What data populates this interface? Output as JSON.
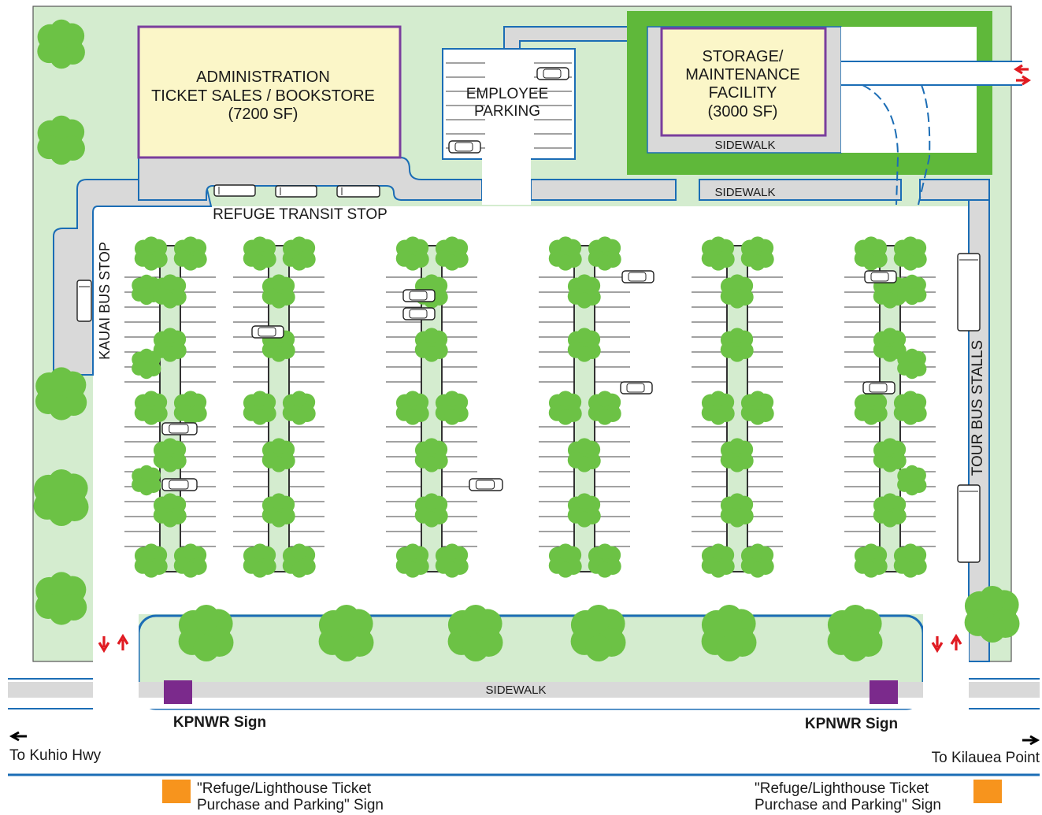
{
  "buildings": {
    "admin": {
      "line1": "ADMINISTRATION",
      "line2": "TICKET SALES / BOOKSTORE",
      "line3": "(7200 SF)"
    },
    "storage": {
      "line1": "STORAGE/",
      "line2": "MAINTENANCE",
      "line3": "FACILITY",
      "line4": "(3000 SF)"
    }
  },
  "labels": {
    "employee_parking_1": "EMPLOYEE",
    "employee_parking_2": "PARKING",
    "refuge_transit_stop": "REFUGE TRANSIT STOP",
    "kauai_bus_stop": "KAUAI BUS STOP",
    "tour_bus_stalls": "TOUR BUS STALLS",
    "sidewalk_top": "SIDEWALK",
    "sidewalk_mid": "SIDEWALK",
    "sidewalk_bottom": "SIDEWALK"
  },
  "signs": {
    "kpnwr_left": "KPNWR Sign",
    "kpnwr_right": "KPNWR Sign"
  },
  "directions": {
    "left": "To Kuhio Hwy",
    "right": "To Kilauea Point"
  },
  "legend": {
    "left_line1": "\"Refuge/Lighthouse Ticket",
    "left_line2": "Purchase and Parking\" Sign",
    "right_line1": "\"Refuge/Lighthouse Ticket",
    "right_line2": "Purchase and Parking\" Sign"
  },
  "colors": {
    "lawn": "#d4eccf",
    "tree": "#6cc245",
    "hedge": "#5fb83a",
    "sidewalk": "#d9d9d9",
    "building_fill": "#fbf6c8",
    "building_border": "#7a3e9d",
    "road_line": "#1b6db5",
    "kpnwr_sign": "#7b2a8c",
    "ticket_sign": "#f7941d",
    "arrow_red": "#e01b22"
  }
}
